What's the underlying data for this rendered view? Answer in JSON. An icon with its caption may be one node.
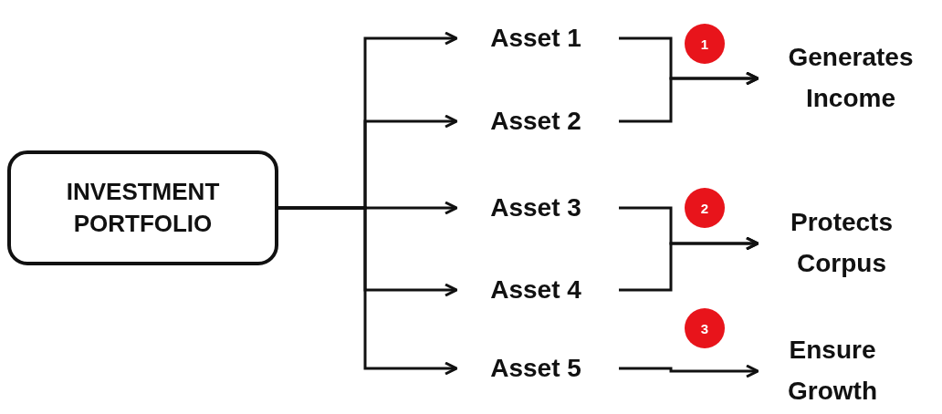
{
  "diagram": {
    "nodes": [
      {
        "text": [
          "INVESTMENT PORTFOLIO"
        ]
      },
      {
        "text": [
          "Asset 1"
        ]
      },
      {
        "text": [
          "Asset 2"
        ]
      },
      {
        "text": [
          "Asset 3"
        ]
      },
      {
        "text": [
          "Asset 4"
        ]
      },
      {
        "text": [
          "Asset 5"
        ]
      },
      {
        "text": [
          "1"
        ]
      },
      {
        "text": [
          "Generates Income"
        ]
      },
      {
        "text": [
          "2"
        ]
      },
      {
        "text": [
          "Protects Corpus"
        ]
      },
      {
        "text": [
          "3"
        ]
      },
      {
        "text": [
          "Ensure Growth"
        ]
      }
    ],
    "edges": [
      {
        "from": 0,
        "to": 1,
        "arrow": "to"
      },
      {
        "from": 0,
        "to": 2,
        "arrow": "to"
      },
      {
        "from": 0,
        "to": 3,
        "arrow": "to"
      },
      {
        "from": 0,
        "to": 4,
        "arrow": "to"
      },
      {
        "from": 0,
        "to": 5,
        "arrow": "to"
      },
      {
        "from": 1,
        "to": 7,
        "arrow": "to"
      },
      {
        "from": 2,
        "to": 7,
        "arrow": "to"
      },
      {
        "from": 3,
        "to": 9,
        "arrow": "to"
      },
      {
        "from": 4,
        "to": 9,
        "arrow": "to"
      },
      {
        "from": 5,
        "to": 11,
        "arrow": "to"
      }
    ]
  }
}
